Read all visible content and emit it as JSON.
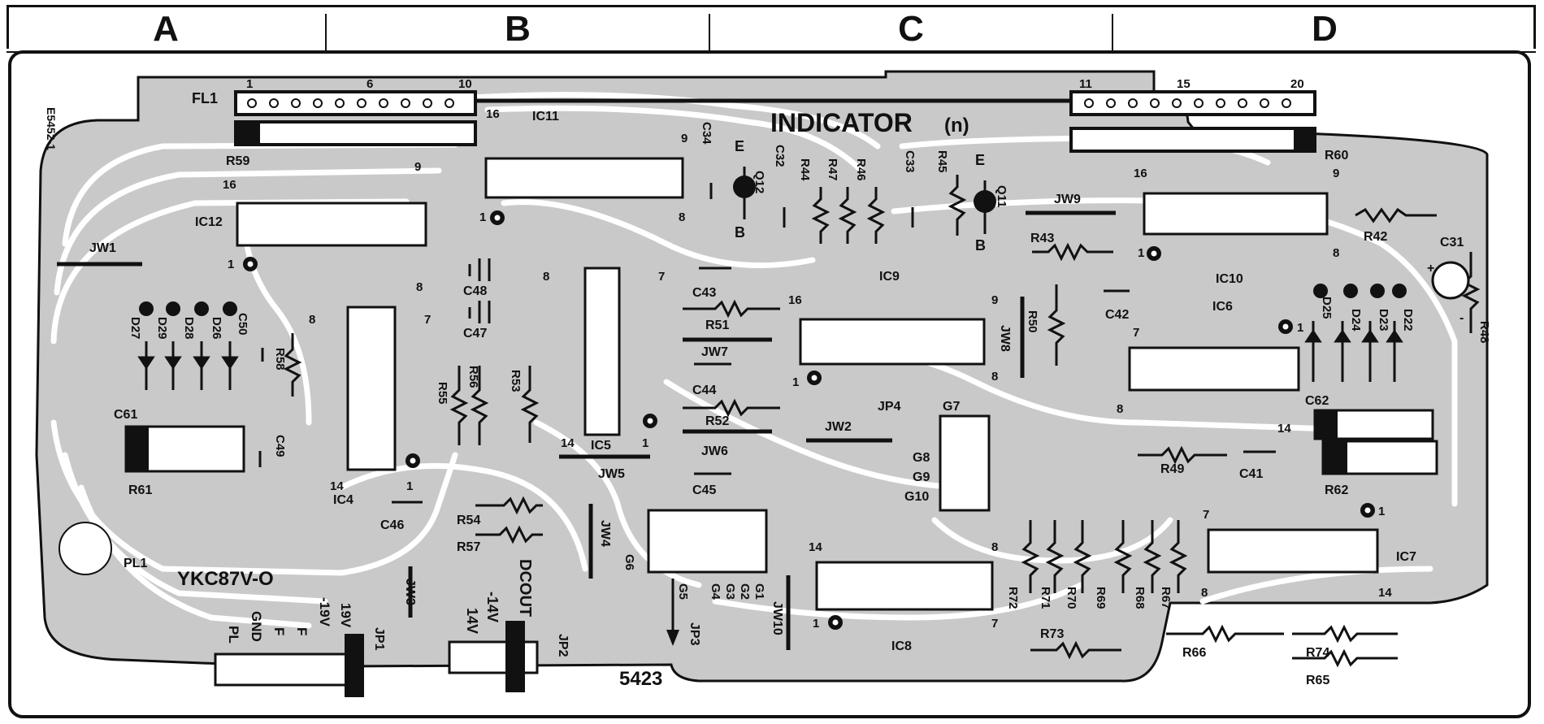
{
  "header": {
    "columns": [
      "A",
      "B",
      "C",
      "D"
    ]
  },
  "board": {
    "title": "INDICATOR",
    "title_suffix": "(n)",
    "model": "YKC87V-O",
    "number": "5423",
    "side_code": "E5452-1",
    "connector_pins": [
      "PL",
      "GND",
      "F",
      "F",
      "-19V",
      "19V"
    ],
    "dc_out": "DCOUT",
    "dc_pins": [
      "-14V",
      "14V"
    ],
    "fl_label": "FL1",
    "fl_pins": [
      "1",
      "6",
      "10",
      "11",
      "15",
      "20"
    ],
    "ics": [
      "IC4",
      "IC5",
      "IC6",
      "IC7",
      "IC8",
      "IC9",
      "IC10",
      "IC11",
      "IC12"
    ],
    "jumpers": [
      "JW1",
      "JW2",
      "JW3",
      "JW4",
      "JW5",
      "JW6",
      "JW7",
      "JW8",
      "JW9",
      "JW10"
    ],
    "jump_pads": [
      "JP1",
      "JP2",
      "JP3",
      "JP4"
    ],
    "grounds": [
      "G1",
      "G2",
      "G3",
      "G4",
      "G5",
      "G6",
      "G7",
      "G8",
      "G9",
      "G10"
    ],
    "resistors": [
      "R42",
      "R43",
      "R44",
      "R45",
      "R46",
      "R47",
      "R48",
      "R49",
      "R50",
      "R51",
      "R52",
      "R53",
      "R54",
      "R55",
      "R56",
      "R57",
      "R58",
      "R59",
      "R60",
      "R61",
      "R62",
      "R65",
      "R66",
      "R67",
      "R68",
      "R69",
      "R70",
      "R71",
      "R72",
      "R73",
      "R74"
    ],
    "capacitors": [
      "C31",
      "C32",
      "C33",
      "C34",
      "C41",
      "C42",
      "C43",
      "C44",
      "C45",
      "C46",
      "C47",
      "C48",
      "C49",
      "C50",
      "C61",
      "C62"
    ],
    "diodes": [
      "D22",
      "D23",
      "D24",
      "D25",
      "D26",
      "D27",
      "D28",
      "D29"
    ],
    "transistors": [
      "Q11",
      "Q12"
    ],
    "pl_label": "PL1",
    "pin_numbers": [
      "1",
      "7",
      "8",
      "9",
      "14",
      "16"
    ],
    "transistor_pins": [
      "E",
      "B"
    ],
    "polarity": [
      "+",
      "-"
    ]
  }
}
